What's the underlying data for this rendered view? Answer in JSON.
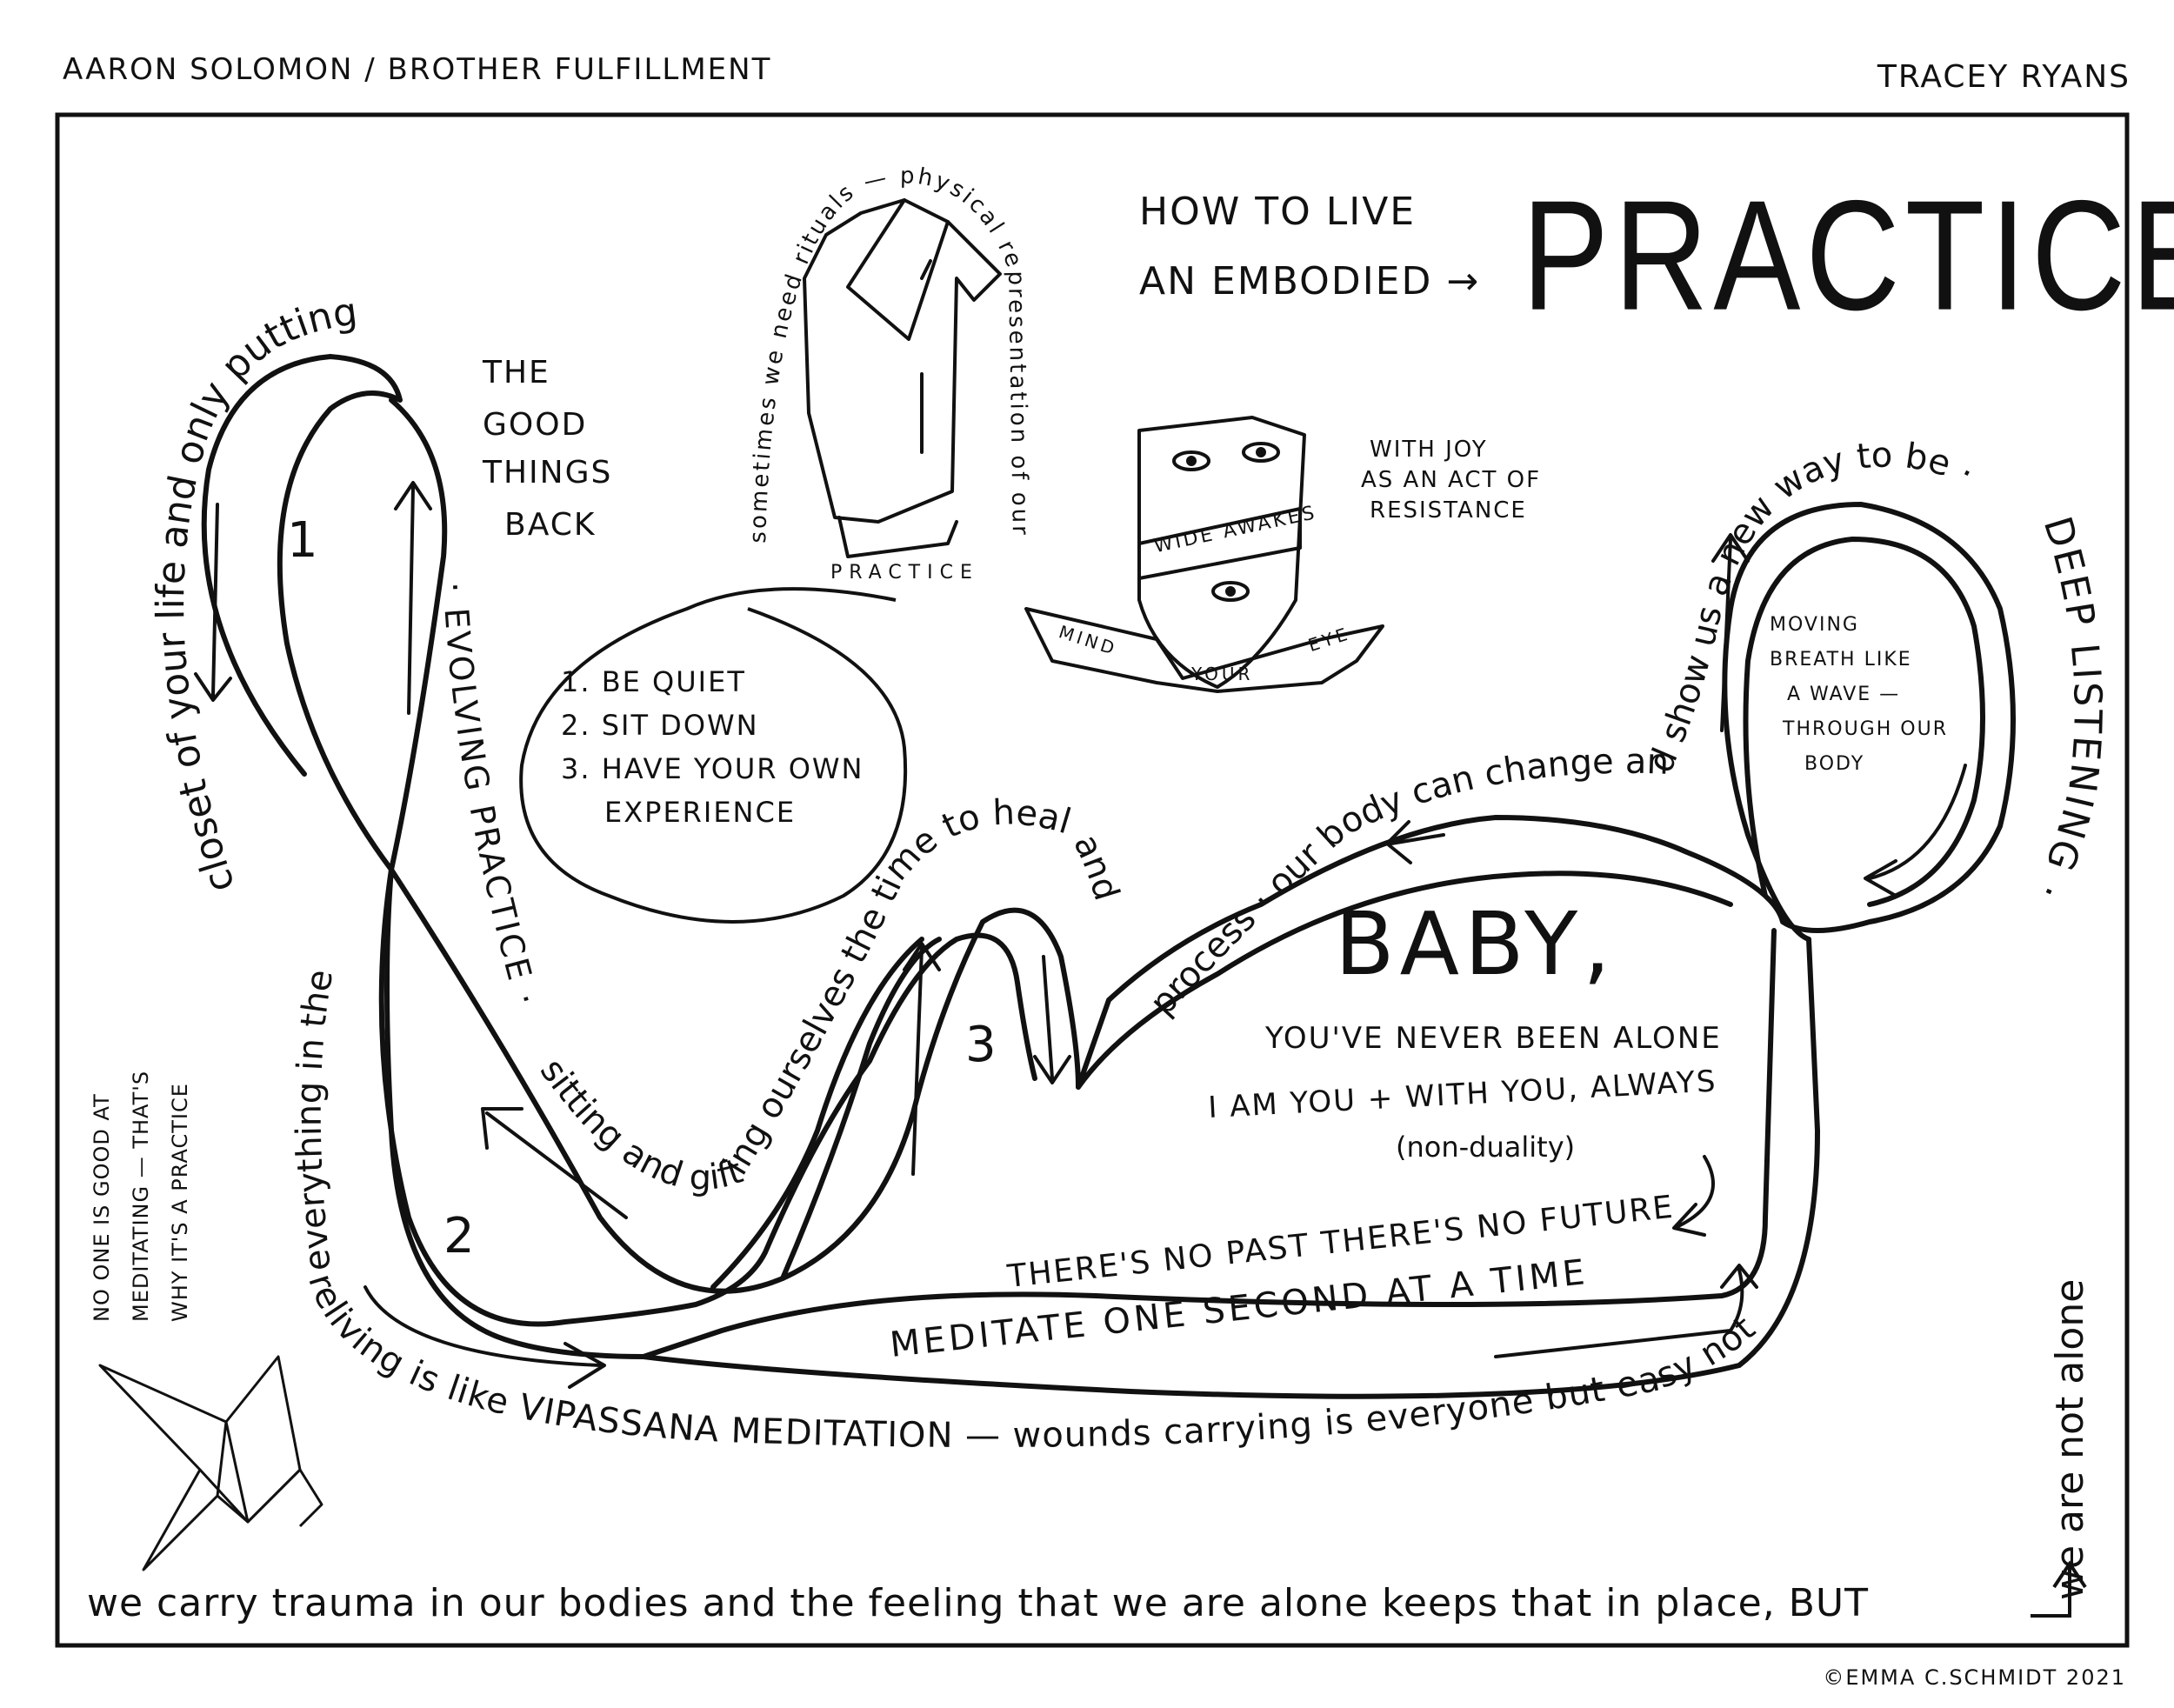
{
  "header": {
    "left": "AARON SOLOMON / BROTHER FULFILLMENT",
    "right": "TRACEY RYANS"
  },
  "title": {
    "line1": "HOW TO LIVE",
    "line2": "AN EMBODIED →",
    "big": "PRACTICE"
  },
  "robe": {
    "curve_text": "sometimes we need rituals — physical representation of our",
    "label": "PRACTICE"
  },
  "crest": {
    "band": "WIDE AWAKES",
    "ribbon_left": "MIND",
    "ribbon_mid": "YOUR",
    "ribbon_right": "EYE",
    "side_line1": "WITH JOY",
    "side_line2": "AS AN ACT OF",
    "side_line3": "RESISTANCE"
  },
  "circle_list": [
    "1. BE QUIET",
    "2. SIT DOWN",
    "3. HAVE YOUR OWN",
    "EXPERIENCE"
  ],
  "loop_numbers": [
    "1",
    "2",
    "3"
  ],
  "good_things": [
    "THE",
    "GOOD",
    "THINGS",
    "BACK"
  ],
  "path_texts": {
    "closet": "closet of your life and only putting",
    "everything": "everything in the",
    "evolving": "· EVOLVING PRACTICE ·",
    "sitting": "sitting and gifting ourselves the time to heal and",
    "process": "process · our body can change and show us a new way to be ·",
    "deep": "DEEP LISTENING ·",
    "bottom_arc": "reliving is like VIPASSANA MEDITATION — wounds carrying is everyone but easy not",
    "not_alone": "we are not alone"
  },
  "wave_bubble": [
    "MOVING",
    "BREATH LIKE",
    "A WAVE —",
    "THROUGH OUR",
    "BODY"
  ],
  "baby": {
    "title": "BABY,",
    "line1": "YOU'VE NEVER BEEN ALONE",
    "line2": "I AM YOU + WITH YOU, ALWAYS",
    "line3": "(non-duality)"
  },
  "no_past": {
    "line1": "THERE'S NO PAST THERE'S NO FUTURE",
    "line2": "MEDITATE ONE SECOND AT A TIME"
  },
  "side_note": [
    "NO ONE IS GOOD AT",
    "MEDITATING — THAT'S",
    "WHY IT'S A PRACTICE"
  ],
  "bottom_line": "we carry trauma in our bodies and the feeling that we are alone keeps that in place, BUT",
  "copyright": "©EMMA C.SCHMIDT 2021"
}
